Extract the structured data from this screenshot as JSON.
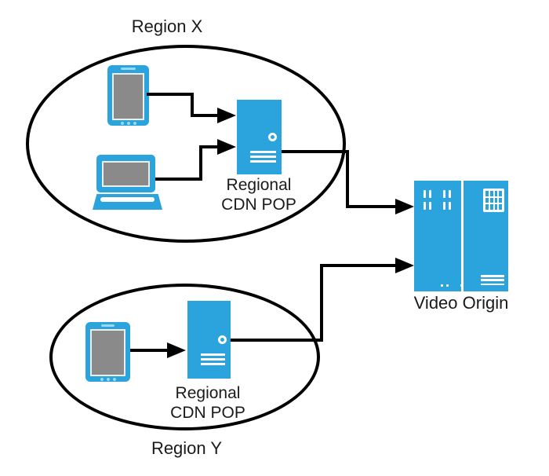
{
  "regions": {
    "x": {
      "label": "Region X",
      "pop_label": {
        "line1": "Regional",
        "line2": "CDN POP"
      },
      "devices": [
        {
          "name": "tablet"
        },
        {
          "name": "laptop"
        }
      ]
    },
    "y": {
      "label": "Region Y",
      "pop_label": {
        "line1": "Regional",
        "line2": "CDN POP"
      },
      "devices": [
        {
          "name": "tablet"
        }
      ]
    }
  },
  "origin": {
    "label": "Video Origin"
  },
  "colors": {
    "accent": "#2BA3DC",
    "line": "#000000",
    "screen_gray": "#8A8A8A",
    "device_detail": "#96D9F1",
    "text": "#1A1A1A"
  }
}
